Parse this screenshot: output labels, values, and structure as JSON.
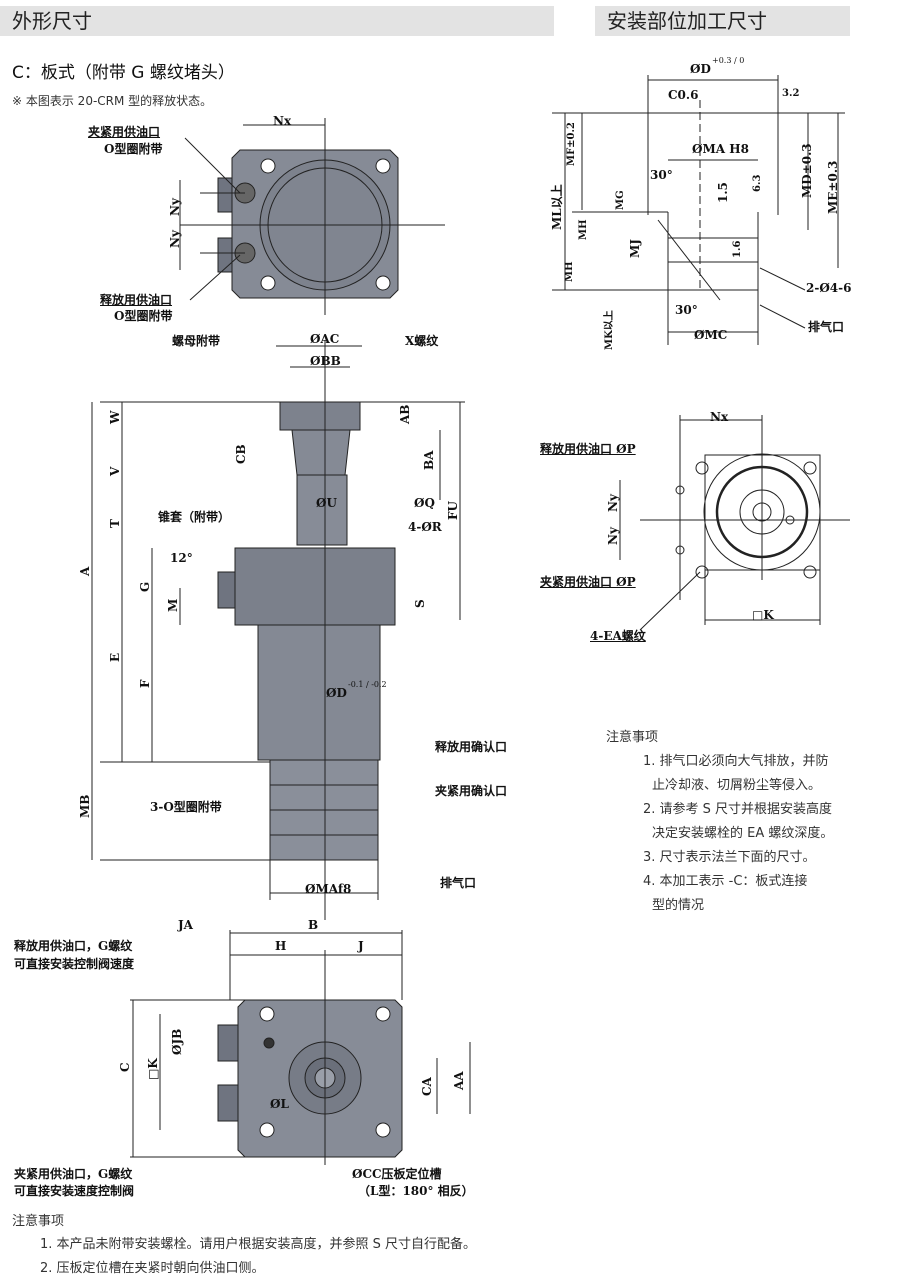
{
  "headers": {
    "outline": "外形尺寸",
    "mounting": "安装部位加工尺寸"
  },
  "subtitle": "C：板式（附带 G 螺纹堵头）",
  "note_top": "※ 本图表示 20-CRM 型的释放状态。",
  "top_view": {
    "nx": "Nx",
    "ny1": "Ny",
    "ny2": "Ny",
    "clamp_port": "夹紧用供油口",
    "clamp_oring": "O型圈附带",
    "release_port": "释放用供油口",
    "release_oring": "O型圈附带"
  },
  "side_view": {
    "nut": "螺母附带",
    "ac": "ØAC",
    "x_thread": "X螺纹",
    "bb": "ØBB",
    "w": "W",
    "v": "V",
    "t": "T",
    "a": "A",
    "e": "E",
    "g": "G",
    "m": "M",
    "f": "F",
    "cb": "CB",
    "ab": "AB",
    "ba": "BA",
    "fu": "FU",
    "u": "ØU",
    "q": "ØQ",
    "r": "4-ØR",
    "collet": "锥套（附带）",
    "angle": "12°",
    "s": "S",
    "d": "ØD",
    "d_tol": "-0.1 / -0.2",
    "release_check": "释放用确认口",
    "clamp_check": "夹紧用确认口",
    "mb": "MB",
    "oring3": "3-O型圈附带",
    "maf8": "ØMAf8",
    "exhaust": "排气口"
  },
  "bottom_view": {
    "ja": "JA",
    "b": "B",
    "h": "H",
    "j": "J",
    "release1": "释放用供油口，G螺纹",
    "release2": "可直接安装控制阀速度",
    "c": "C",
    "k": "□K",
    "jb": "ØJB",
    "l": "ØL",
    "ca": "CA",
    "aa": "AA",
    "clamp1": "夹紧用供油口，G螺纹",
    "clamp2": "可直接安装速度控制阀",
    "cc": "ØCC压板定位槽",
    "cc2": "（L型：180° 相反）"
  },
  "notes_bottom": {
    "title": "注意事项",
    "items": [
      "1. 本产品未附带安装螺栓。请用户根据安装高度，并参照 S 尺寸自行配备。",
      "2. 压板定位槽在夹紧时朝向供油口侧。"
    ]
  },
  "mounting": {
    "d": "ØD",
    "d_tol": "+0.3 / 0",
    "c06": "C0.6",
    "r32": "3.2",
    "mf": "MF±0.2",
    "ma": "ØMA H8",
    "a30a": "30°",
    "v15": "1.5",
    "r63": "6.3",
    "md": "MD±0.3",
    "me": "ME±0.3",
    "ml": "ML以上",
    "mg": "MG",
    "mh1": "MH",
    "mj": "MJ",
    "r16": "1.6",
    "mh2": "MH",
    "holes": "2-Ø4-6",
    "a30b": "30°",
    "exhaust": "排气口",
    "mc": "ØMC",
    "mk": "MK以上"
  },
  "flange": {
    "nx": "Nx",
    "release": "释放用供油口 ØP",
    "ny1": "Ny",
    "ny2": "Ny",
    "clamp": "夹紧用供油口 ØP",
    "k": "□K",
    "ea": "4-EA螺纹"
  },
  "notes_right": {
    "title": "注意事项",
    "items": [
      "1. 排气口必须向大气排放，并防",
      "止冷却液、切屑粉尘等侵入。",
      "2. 请参考 S 尺寸并根据安装高度",
      "决定安装螺栓的 EA 螺纹深度。",
      "3. 尺寸表示法兰下面的尺寸。",
      "4. 本加工表示 -C：板式连接",
      "型的情况"
    ]
  }
}
